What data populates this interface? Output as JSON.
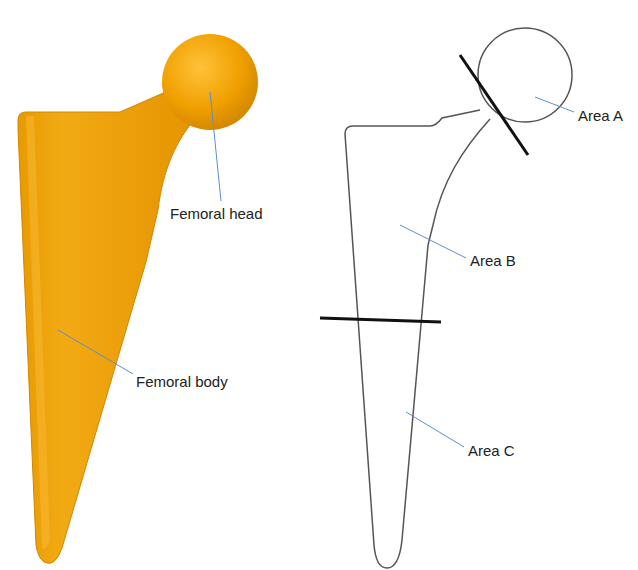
{
  "diagram": {
    "labels": [
      "Femoral head",
      "Femoral body",
      "Area A",
      "Area B",
      "Area C"
    ]
  }
}
